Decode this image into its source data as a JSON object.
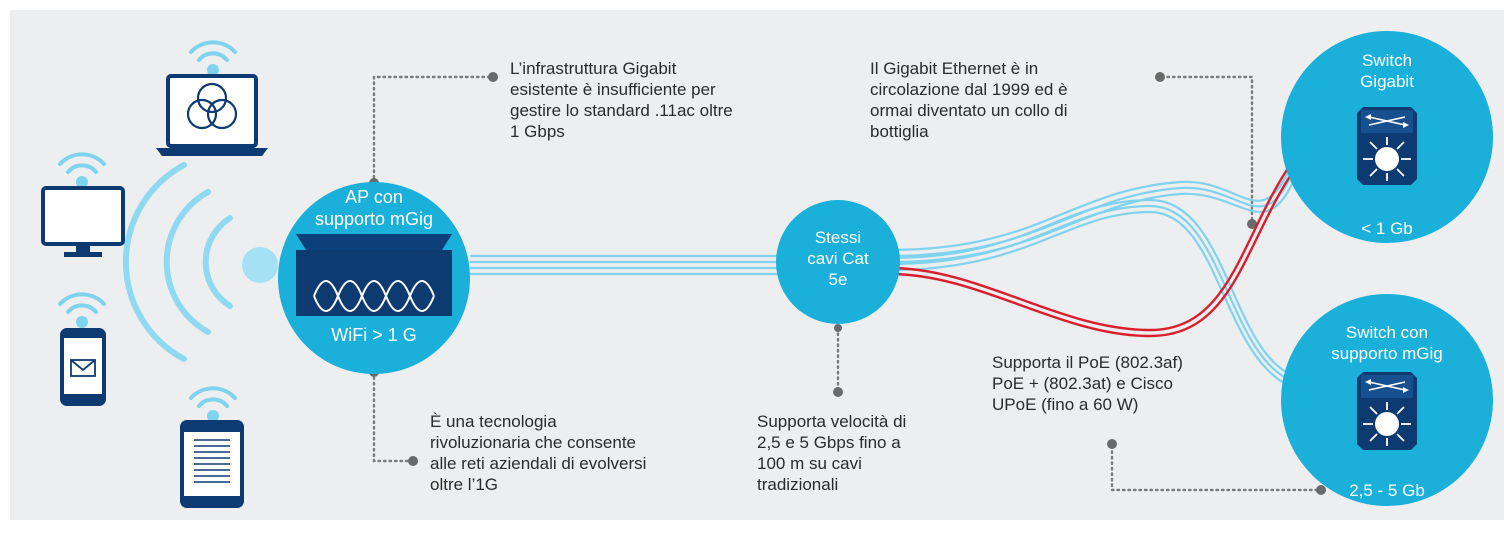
{
  "colors": {
    "background": "#eceeef",
    "accent_cyan": "#1ab0da",
    "cable_light": "#7fd3ee",
    "cable_red": "#d91f2e",
    "device_navy": "#0e3a72",
    "dot_gray": "#6a6a6a"
  },
  "devices": {
    "icons": [
      "laptop-icon",
      "monitor-icon",
      "smartphone-icon",
      "tablet-icon",
      "wifi-signal-icon"
    ]
  },
  "ap": {
    "title": "AP con\nsupporto mGig",
    "caption": "WiFi > 1 G",
    "icon": "access-point-icon"
  },
  "cable_node": {
    "label": "Stessi\ncavi Cat\n5e"
  },
  "switch_gigabit": {
    "title": "Switch\nGigabit",
    "caption": "< 1 Gb",
    "icon": "switch-icon"
  },
  "switch_mgig": {
    "title": "Switch con\nsupporto mGig",
    "caption": "2,5 - 5 Gb",
    "icon": "switch-icon"
  },
  "notes": {
    "infra": "L’infrastruttura Gigabit\nesistente è insufficiente per\ngestire lo standard .11ac oltre\n1 Gbps",
    "tech": "È una tecnologia\nrivoluzionaria che consente\nalle reti aziendali di evolversi\noltre l’1G",
    "speed": "Supporta velocità di\n2,5 e 5 Gbps fino a\n100 m su cavi\ntradizionali",
    "gigabit": "Il Gigabit Ethernet è in\ncircolazione dal 1999 ed è\normai diventato un collo di\nbottiglia",
    "poe": "Supporta il PoE (802.3af)\nPoE + (802.3at) e Cisco\nUPoE (fino a 60 W)"
  }
}
